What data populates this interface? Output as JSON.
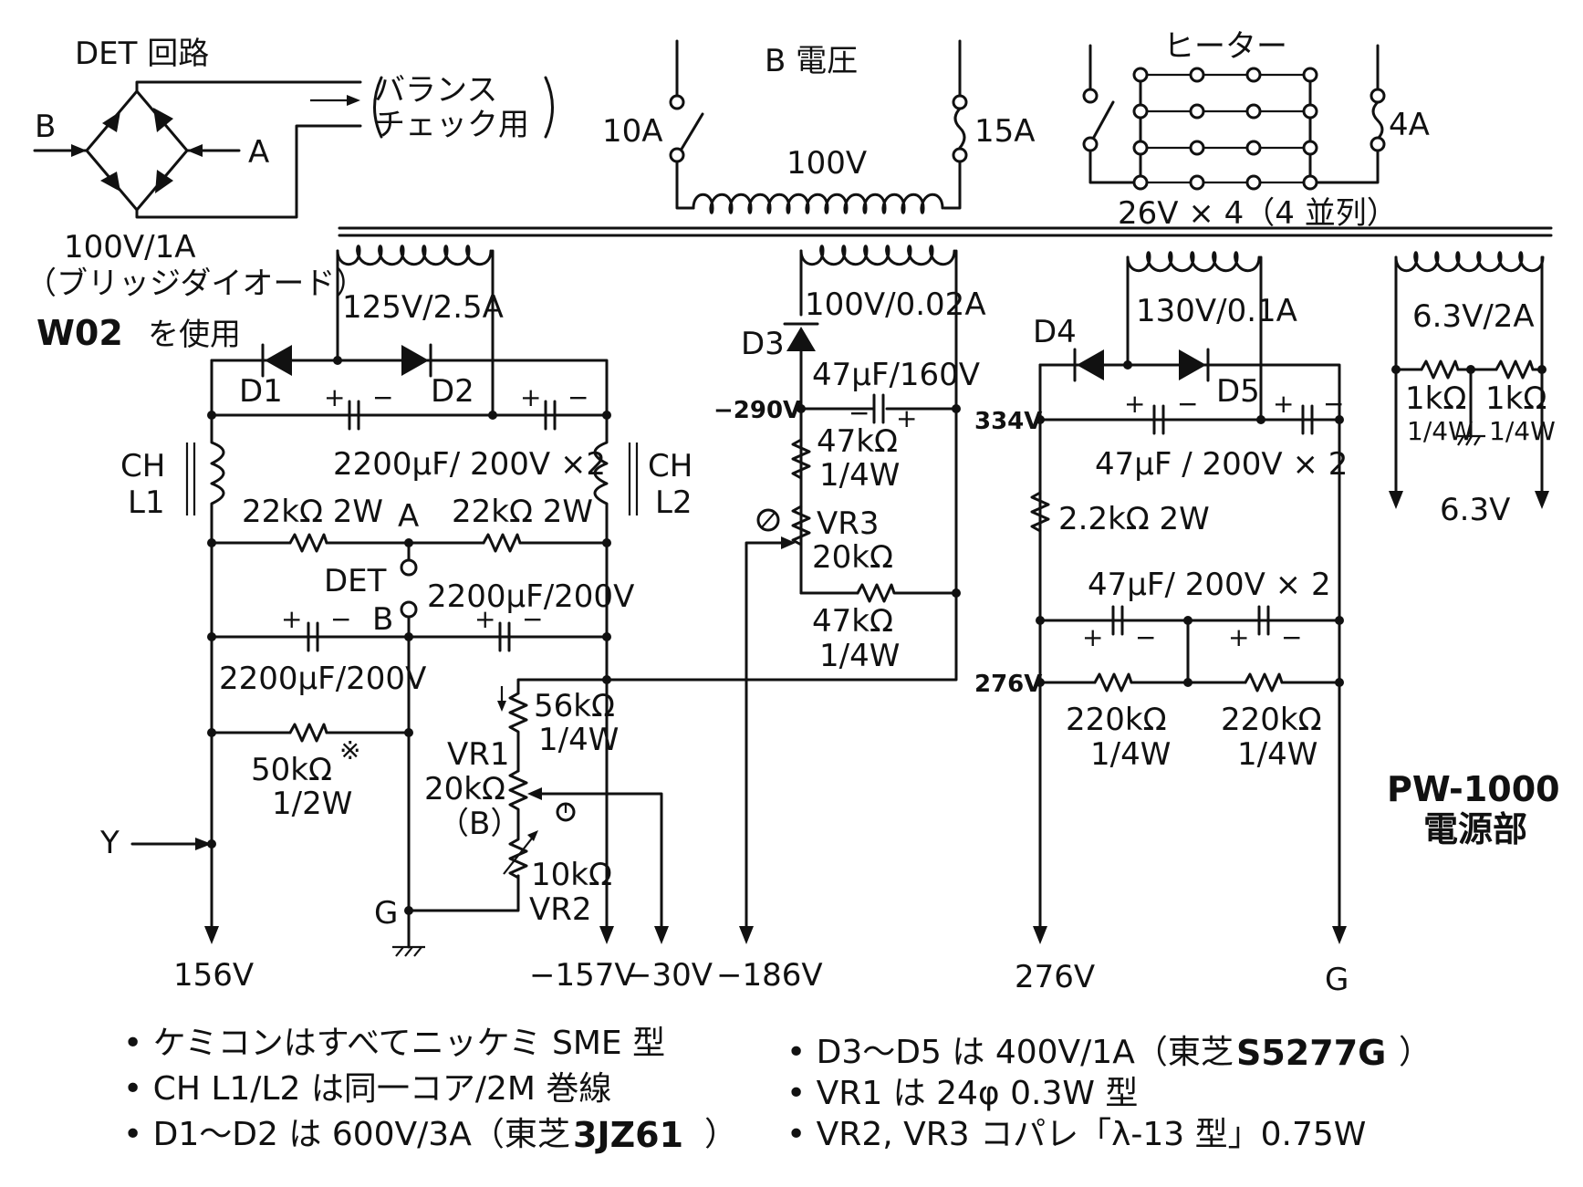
{
  "title": {
    "model": "PW-1000",
    "section": "電源部"
  },
  "det": {
    "title": "DET 回路",
    "in_b": "B",
    "in_a": "A",
    "balance_line1": "バランス",
    "balance_line2": "チェック用",
    "bridge_rating": "100V/1A",
    "bridge_desc": "（ブリッジダイオード）",
    "bridge_part": "W02",
    "bridge_use": "を使用"
  },
  "primary": {
    "title": "B 電圧",
    "switch_fuse": "10A",
    "fuse": "15A",
    "voltage": "100V"
  },
  "heater": {
    "title": "ヒーター",
    "fuse": "4A",
    "spec": "26V × 4（4 並列）"
  },
  "secondary_1": {
    "winding": "125V/2.5A",
    "d1": "D1",
    "d2": "D2",
    "ch_left_a": "CH",
    "ch_left_b": "L1",
    "ch_right_a": "CH",
    "ch_right_b": "L2",
    "cap_pair": "2200μF/ 200V ×2",
    "r_left": "22kΩ 2W",
    "r_right": "22kΩ 2W",
    "point_a": "A",
    "det": "DET",
    "point_b": "B",
    "cap_right": "2200μF/200V",
    "cap_left": "2200μF/200V",
    "r50_value": "50kΩ",
    "r50_mark": "※",
    "r50_watt": "1/2W",
    "y_in": "Y",
    "g": "G",
    "r56_value": "56kΩ",
    "r56_watt": "1/4W",
    "vr1_name": "VR1",
    "vr1_value": "20kΩ",
    "vr1_taper": "（B）",
    "vr2_value": "10kΩ",
    "vr2_name": "VR2",
    "out_156": "156V",
    "out_157": "−157V",
    "out_30": "−30V"
  },
  "secondary_2": {
    "winding": "100V/0.02A",
    "d3": "D3",
    "cap": "47μF/160V",
    "node": "−290V",
    "r47a_value": "47kΩ",
    "r47a_watt": "1/4W",
    "vr3_name": "VR3",
    "vr3_value": "20kΩ",
    "r47b_value": "47kΩ",
    "r47b_watt": "1/4W",
    "out_186": "−186V"
  },
  "secondary_3": {
    "winding": "130V/0.1A",
    "d4": "D4",
    "d5": "D5",
    "node_334": "334V",
    "cap_pair_top": "47μF / 200V × 2",
    "r22": "2.2kΩ 2W",
    "cap_pair_mid": "47μF/ 200V × 2",
    "node_276": "276V",
    "r220_left_value": "220kΩ",
    "r220_left_watt": "1/4W",
    "r220_right_value": "220kΩ",
    "r220_right_watt": "1/4W",
    "out_276": "276V",
    "out_g": "G"
  },
  "secondary_4": {
    "winding": "6.3V/2A",
    "r_left_value": "1kΩ",
    "r_left_watt": "1/4W",
    "r_right_value": "1kΩ",
    "r_right_watt": "1/4W",
    "out": "6.3V"
  },
  "notes_left": [
    "• ケミコンはすべてニッケミ SME 型",
    "• CH L1/L2 は同一コア/2M 巻線",
    "• D1〜D2 は 600V/3A（東芝",
    "3JZ61",
    "）"
  ],
  "notes_right": [
    "• D3〜D5 は 400V/1A（東芝",
    "S5277G",
    "）",
    "• VR1 は 24φ 0.3W 型",
    "• VR2, VR3 コパレ「λ-13 型」0.75W"
  ]
}
